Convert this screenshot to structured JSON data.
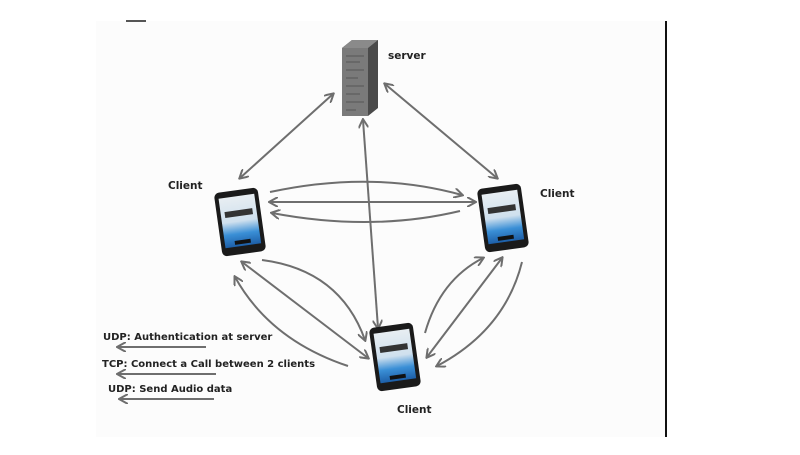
{
  "diagram": {
    "nodes": {
      "server": {
        "label": "server",
        "icon": "server-tower-icon"
      },
      "client_left": {
        "label": "Client",
        "icon": "tablet-icon"
      },
      "client_right": {
        "label": "Client",
        "icon": "tablet-icon"
      },
      "client_bottom": {
        "label": "Client",
        "icon": "tablet-icon"
      }
    },
    "connections": [
      {
        "from": "server",
        "to": "client_left",
        "type": "bidirectional"
      },
      {
        "from": "server",
        "to": "client_right",
        "type": "bidirectional"
      },
      {
        "from": "server",
        "to": "client_bottom",
        "type": "bidirectional"
      },
      {
        "from": "client_left",
        "to": "client_right",
        "type": "bidirectional-with-curved-pair"
      },
      {
        "from": "client_left",
        "to": "client_bottom",
        "type": "bidirectional-with-curved-pair"
      },
      {
        "from": "client_right",
        "to": "client_bottom",
        "type": "bidirectional-with-curved-pair"
      }
    ],
    "legend": [
      {
        "text": "UDP: Authentication at server"
      },
      {
        "text": "TCP: Connect a Call between 2 clients"
      },
      {
        "text": "UDP: Send Audio data"
      }
    ],
    "colors": {
      "arrow": "#6e6e6e",
      "accent": "#2a9fb0",
      "server": "#7a7a7a",
      "tablet_frame": "#1a1a1a",
      "tablet_screen": "#3a8fd6"
    }
  }
}
